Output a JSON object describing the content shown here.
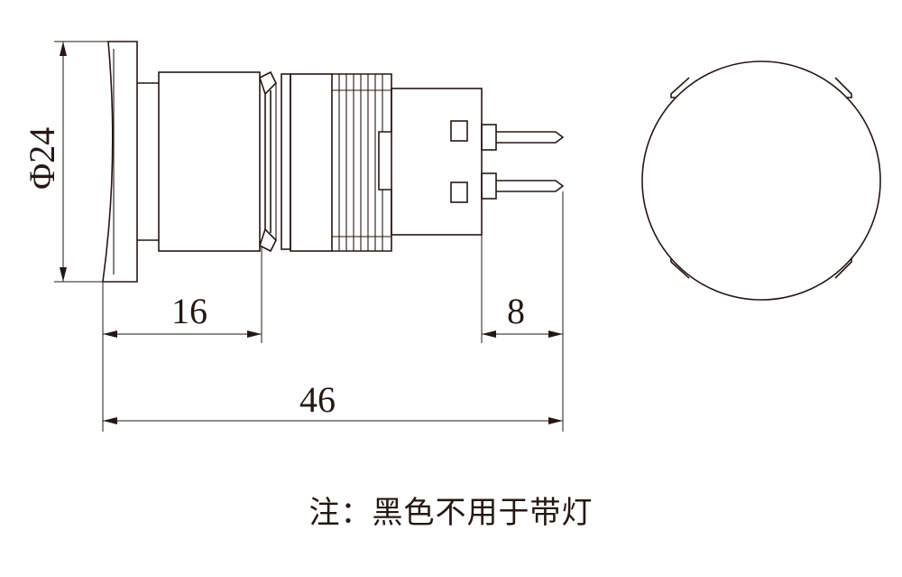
{
  "dimensions": {
    "diameter_label": "Φ24",
    "front_length_label": "16",
    "pin_length_label": "8",
    "total_length_label": "46"
  },
  "note": "注：黑色不用于带灯"
}
